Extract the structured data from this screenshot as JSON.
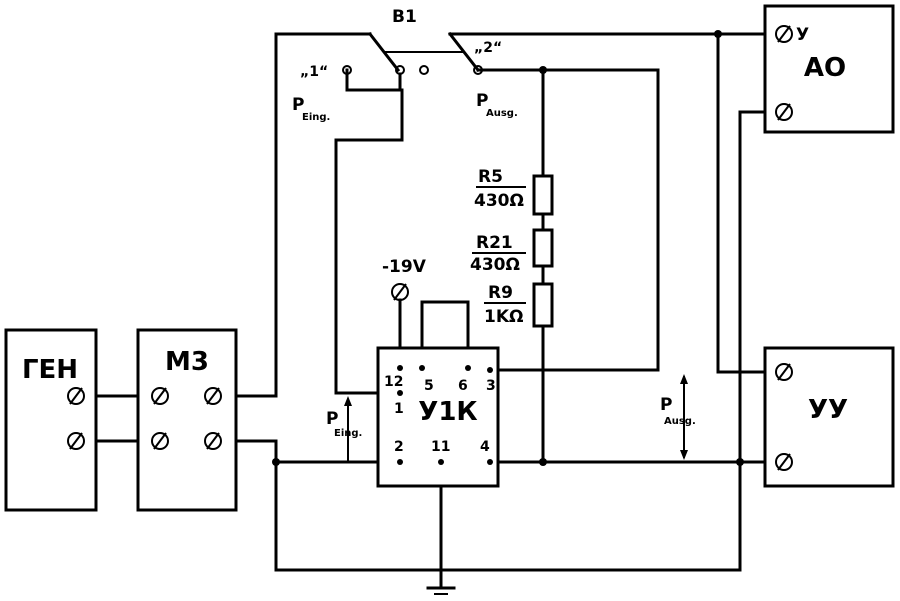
{
  "devices": {
    "gen": "ГЕН",
    "m3": "M3",
    "ao": "АО",
    "ao_y_terminal": "У",
    "uu": "УУ",
    "u1k": "У1К"
  },
  "switch": {
    "name": "B1",
    "pos1": "„1“",
    "pos2": "„2“"
  },
  "resistors": [
    {
      "name": "R5",
      "value": "430Ω"
    },
    {
      "name": "R21",
      "value": "430Ω"
    },
    {
      "name": "R9",
      "value": "1KΩ"
    }
  ],
  "supply": "-19V",
  "pins": [
    "12",
    "5",
    "6",
    "3",
    "1",
    "2",
    "11",
    "4"
  ],
  "measure": {
    "p": "P",
    "eing": "Eing.",
    "ausg": "Ausg."
  }
}
